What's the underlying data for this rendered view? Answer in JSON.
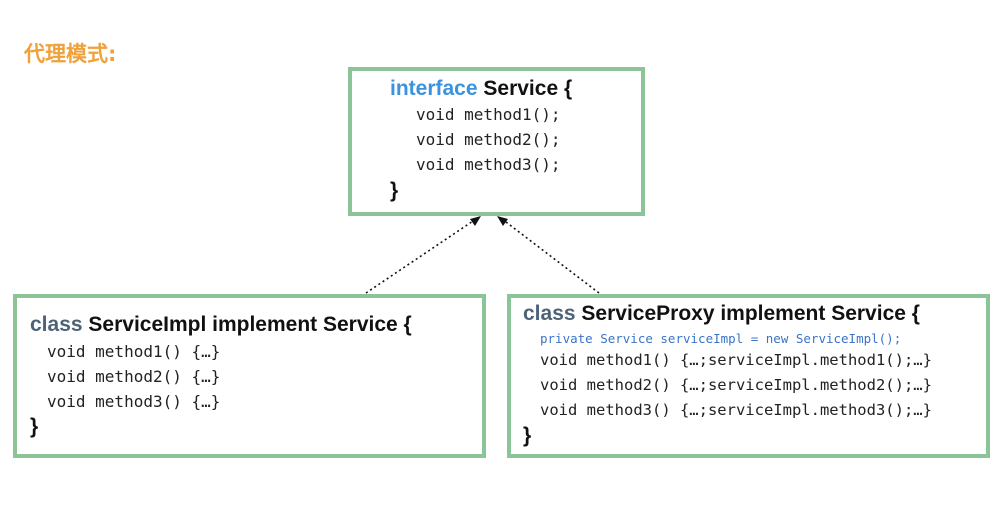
{
  "title": "代理模式:",
  "interface_box": {
    "keyword": "interface",
    "name": "Service {",
    "methods": [
      "void method1();",
      "void method2();",
      "void method3();"
    ],
    "close": "}"
  },
  "impl_box": {
    "keyword": "class",
    "name": "ServiceImpl implement Service {",
    "methods": [
      "void method1() {…}",
      "void method2() {…}",
      "void method3() {…}"
    ],
    "close": "}"
  },
  "proxy_box": {
    "keyword": "class",
    "name": "ServiceProxy implement Service {",
    "field": "private Service serviceImpl = new ServiceImpl();",
    "methods": [
      "void method1() {…;serviceImpl.method1();…}",
      "void method2() {…;serviceImpl.method2();…}",
      "void method3() {…;serviceImpl.method3();…}"
    ],
    "close": "}"
  },
  "colors": {
    "title": "#f0a13a",
    "border": "#8cc497",
    "interface_keyword": "#3a93dc",
    "class_keyword": "#4d6478",
    "field_text": "#3a74c8"
  }
}
